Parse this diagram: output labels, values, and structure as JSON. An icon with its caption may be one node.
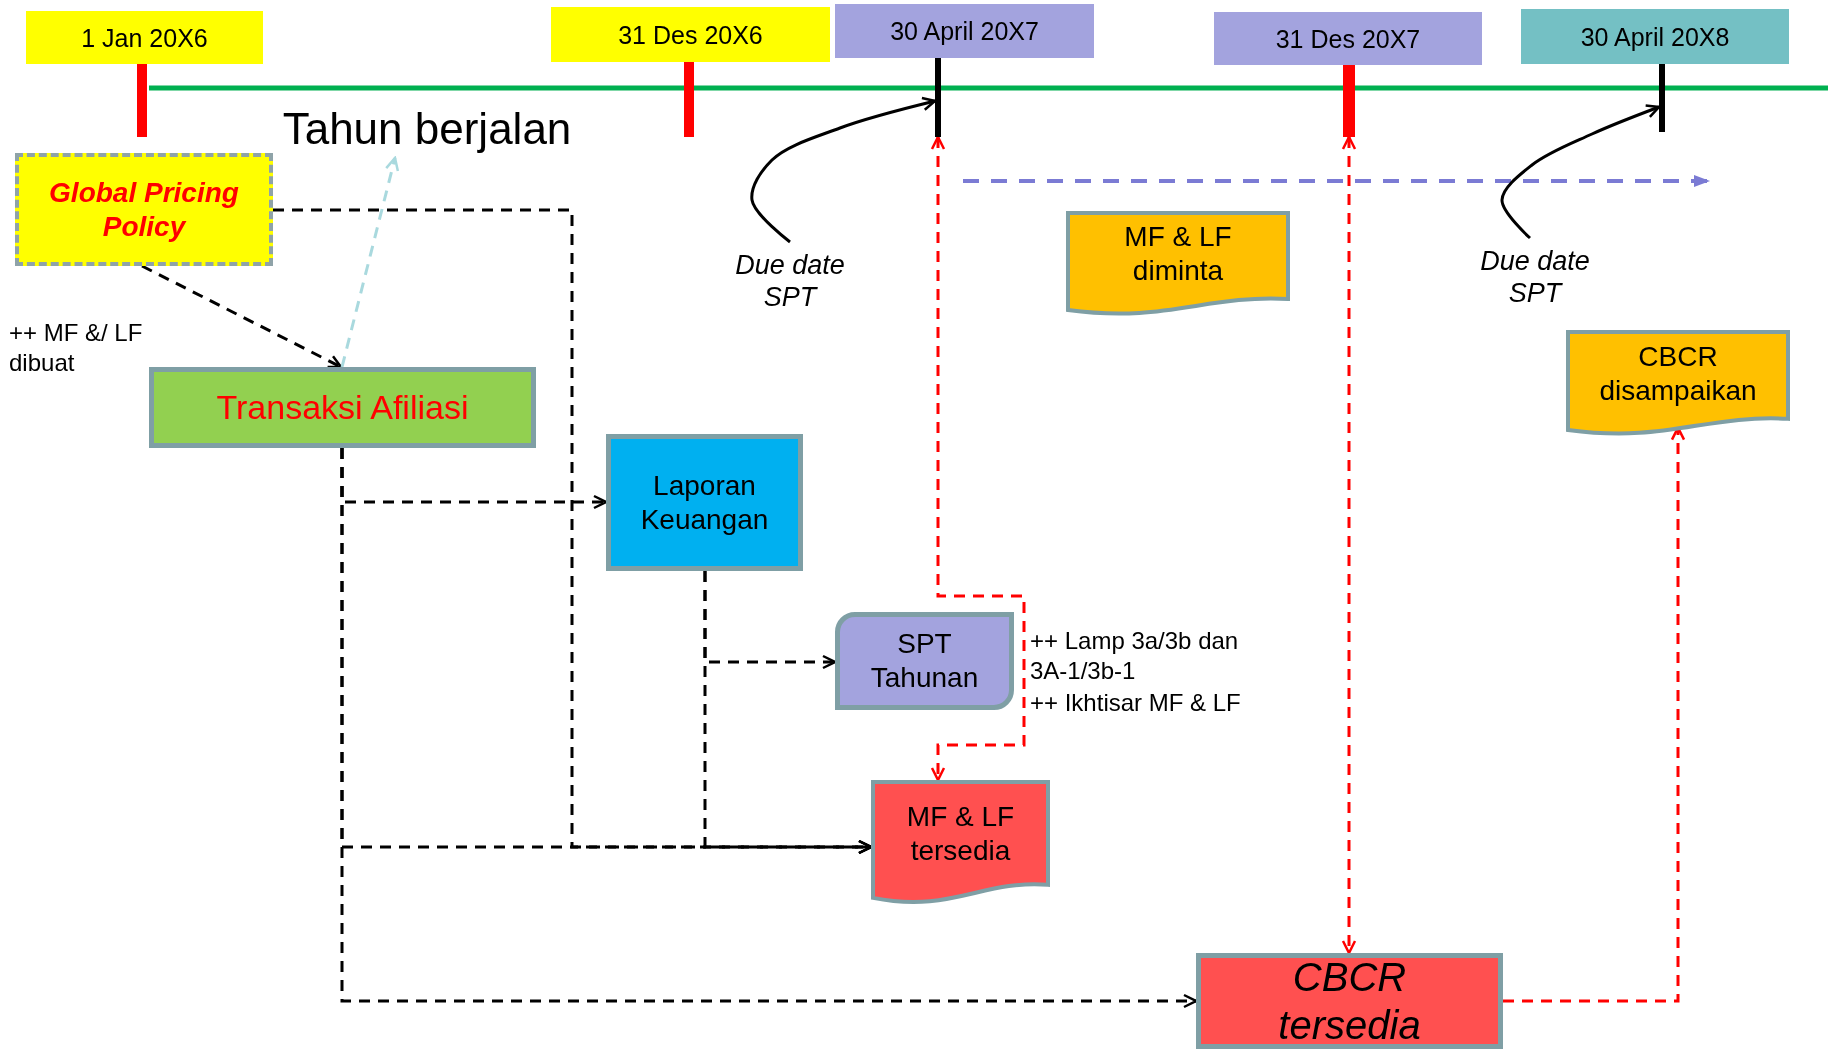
{
  "diagram": {
    "nodes": [
      {
        "text": [
          "1 Jan 20X6"
        ]
      },
      {
        "text": [
          "31 Des 20X6"
        ]
      },
      {
        "text": [
          "30 April 20X7"
        ]
      },
      {
        "text": [
          "31 Des 20X7"
        ]
      },
      {
        "text": [
          "30 April 20X8"
        ]
      },
      {
        "text": [],
        "shape": "bar"
      },
      {
        "text": [],
        "shape": "bar"
      },
      {
        "text": [],
        "shape": "bar"
      },
      {
        "text": [
          "Tahun berjalan"
        ]
      },
      {
        "text": [
          "Global Pricing Policy"
        ]
      },
      {
        "text": [
          "Due date SPT"
        ]
      },
      {
        "text": [
          "MF & LF diminta"
        ]
      },
      {
        "text": [
          "Due date SPT"
        ]
      },
      {
        "text": [
          "CBCR disampaikan"
        ]
      },
      {
        "text": [
          "Transaksi Afiliasi"
        ]
      },
      {
        "text": [
          "Laporan Keuangan"
        ]
      },
      {
        "text": [
          "SPT Tahunan"
        ],
        "beside": [
          "++ Lamp 3a/3b dan 3A-1/3b-1",
          "++ Ikhtisar MF & LF"
        ]
      },
      {
        "text": [
          "MF & LF tersedia"
        ]
      },
      {
        "text": [
          "CBCR tersedia"
        ]
      }
    ],
    "edges": [
      {
        "from": 9,
        "to": 14,
        "arrow": "to",
        "style": "dashed"
      },
      {
        "from": 14,
        "to": 8,
        "arrow": "to",
        "style": "dashed",
        "color": "#a9d9de"
      },
      {
        "from": 9,
        "to": 17,
        "arrow": "to",
        "style": "dashed"
      },
      {
        "from": 14,
        "to": 15,
        "arrow": "to",
        "style": "dashed"
      },
      {
        "from": 14,
        "to": 17,
        "arrow": "to",
        "style": "dashed"
      },
      {
        "from": 14,
        "to": 18,
        "arrow": "to",
        "style": "dashed"
      },
      {
        "from": 15,
        "to": 16,
        "arrow": "to",
        "style": "dashed"
      },
      {
        "from": 15,
        "to": 17,
        "arrow": "to",
        "style": "dashed"
      },
      {
        "from": 10,
        "to": 5,
        "arrow": "to"
      },
      {
        "from": 12,
        "to": 7,
        "arrow": "to"
      },
      {
        "from": 5,
        "to": 17,
        "arrow": "both",
        "style": "dashed",
        "color": "#ff0000"
      },
      {
        "from": 6,
        "to": 18,
        "arrow": "both",
        "style": "dashed",
        "color": "#ff0000"
      },
      {
        "from": 18,
        "to": 13,
        "arrow": "to",
        "style": "dashed",
        "color": "#ff0000"
      }
    ],
    "labels": [
      "++ MF &/ LF dibuat"
    ]
  }
}
